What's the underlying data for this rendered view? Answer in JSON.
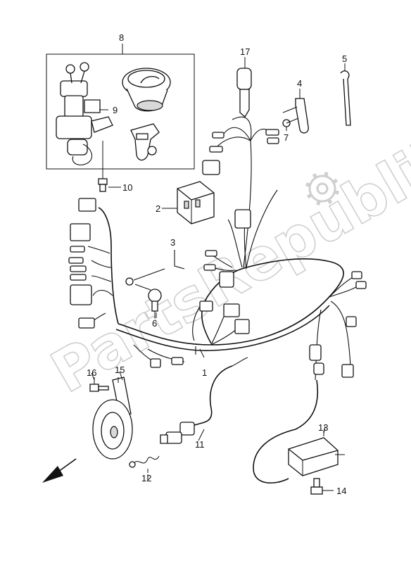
{
  "watermark": {
    "text": "PartsRepublik",
    "icon": "gear-icon"
  },
  "callouts": {
    "c1": "1",
    "c2": "2",
    "c3": "3",
    "c4": "4",
    "c5": "5",
    "c6": "6",
    "c7": "7",
    "c8": "8",
    "c9": "9",
    "c10": "10",
    "c11": "11",
    "c12": "12",
    "c13": "13",
    "c14": "14",
    "c15": "15",
    "c16": "16",
    "c17": "17"
  },
  "direction_indicator": "arrow-down-left-icon",
  "colors": {
    "line": "#111111",
    "watermark": "#cfcfcf",
    "background": "#ffffff"
  }
}
